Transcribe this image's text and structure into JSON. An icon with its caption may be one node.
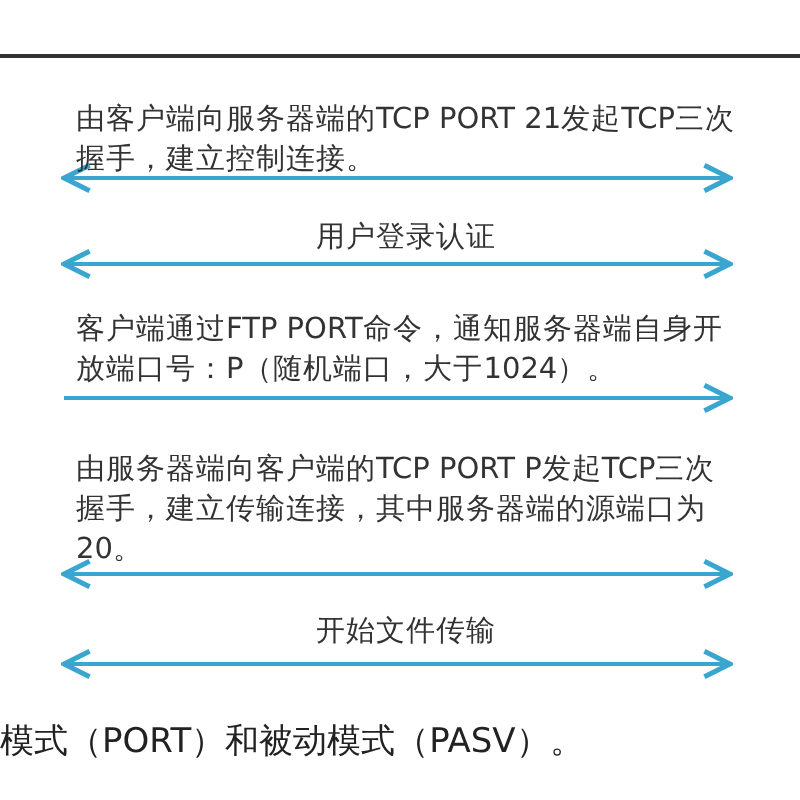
{
  "diagram": {
    "labels": [
      "由客户端向服务器端的TCP PORT 21发起TCP三次握手，建立控制连接。",
      "用户登录认证",
      "客户端通过FTP PORT命令，通知服务器端自身开放端口号：P（随机端口，大于1024）。",
      "由服务器端向客户端的TCP PORT P发起TCP三次握手，建立传输连接，其中服务器端的源端口为20。",
      "开始文件传输",
      "模式（PORT）和被动模式（PASV）。"
    ]
  }
}
